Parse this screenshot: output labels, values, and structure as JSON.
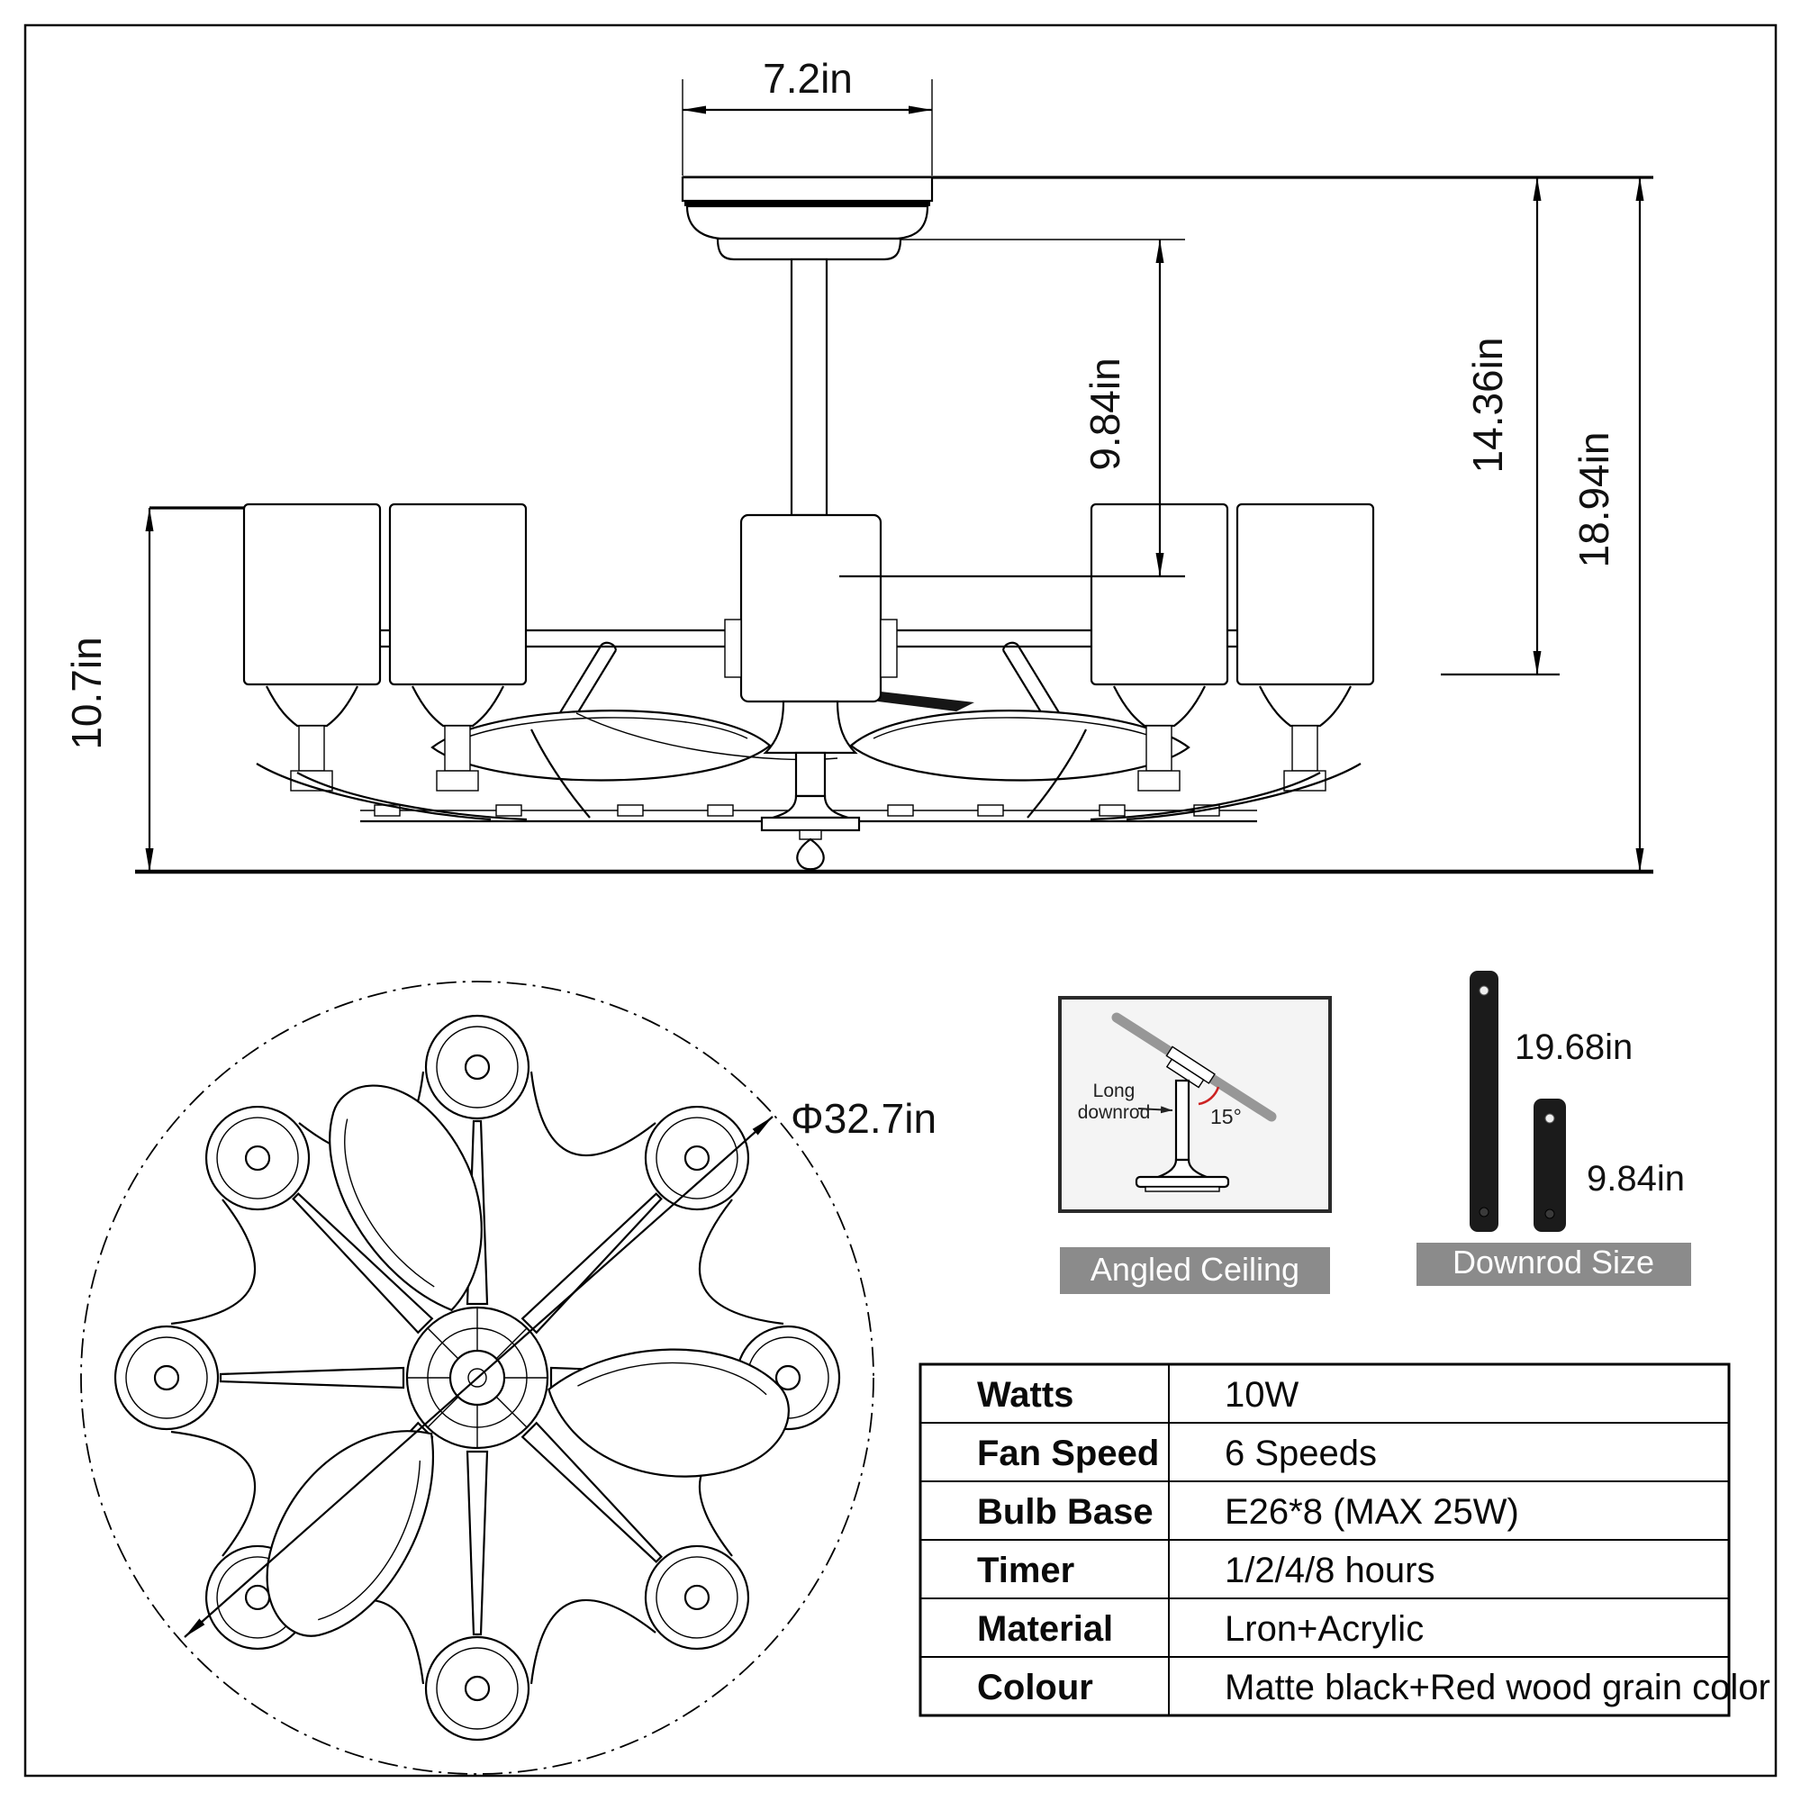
{
  "side_view": {
    "dim_width": "7.2in",
    "dim_rod": "9.84in",
    "dim_body": "14.36in",
    "dim_total": "18.94in",
    "dim_height": "10.7in"
  },
  "top_view": {
    "dim_diameter": "Φ32.7in"
  },
  "angled_ceiling": {
    "title": "Angled Ceiling",
    "angle": "15°",
    "note_line1": "Long",
    "note_line2": "downrod"
  },
  "downrods": {
    "title": "Downrod Size",
    "long_label": "19.68in",
    "short_label": "9.84in"
  },
  "spec_table": {
    "rows": [
      {
        "label": "Watts",
        "value": "10W"
      },
      {
        "label": "Fan Speed",
        "value": "6 Speeds"
      },
      {
        "label": "Bulb Base",
        "value": "E26*8 (MAX 25W)"
      },
      {
        "label": "Timer",
        "value": "1/2/4/8 hours"
      },
      {
        "label": "Material",
        "value": "Lron+Acrylic"
      },
      {
        "label": "Colour",
        "value": "Matte black+Red wood grain color"
      }
    ]
  },
  "colors": {
    "line": "#000000",
    "gray_bar": "#8b8b8b",
    "angle_arc": "#cc2222",
    "rod_fill": "#1b1b1b",
    "box_bg": "#f4f4f4",
    "ceiling_bar": "#979797"
  }
}
